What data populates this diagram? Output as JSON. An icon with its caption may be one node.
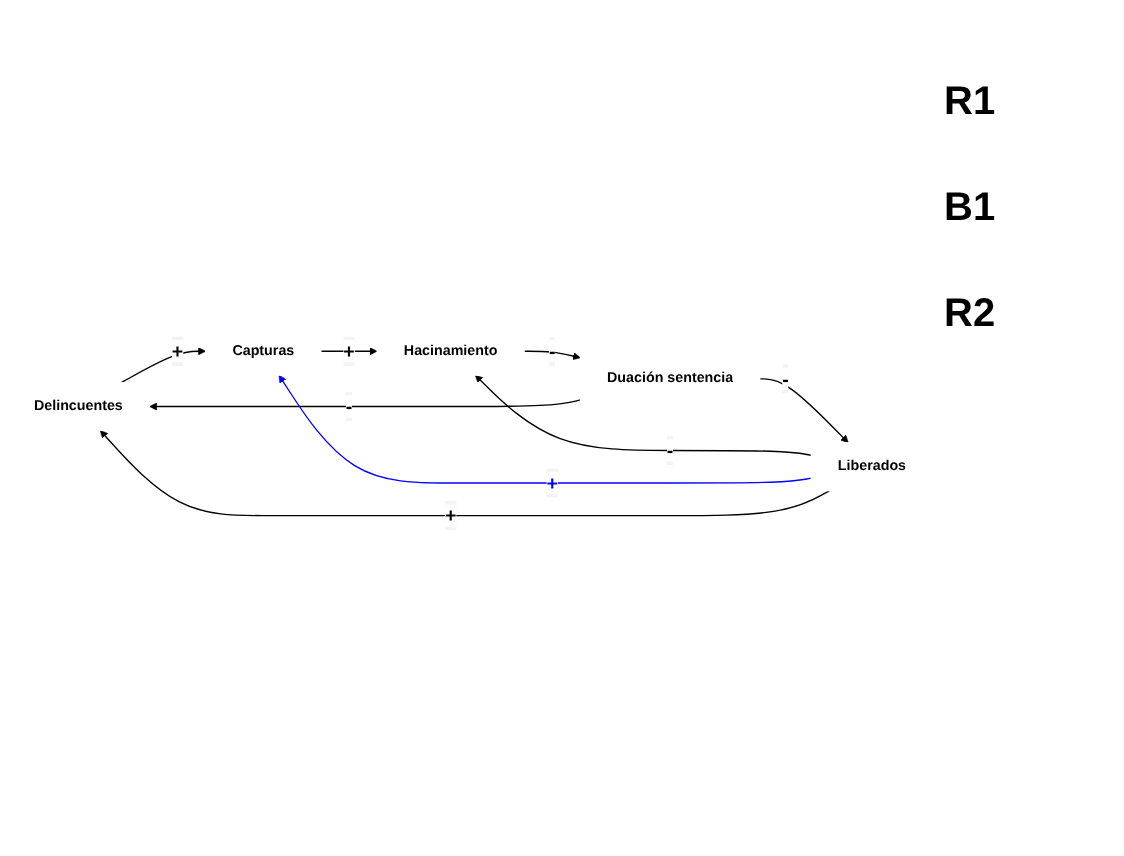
{
  "diagram": {
    "nodes": [
      {
        "text": [
          "Delincuentes"
        ]
      },
      {
        "text": [
          "Duación sentencia"
        ]
      },
      {
        "text": [
          "Hacinamiento"
        ]
      },
      {
        "text": [
          "Capturas"
        ]
      },
      {
        "text": [
          "Liberados"
        ]
      }
    ],
    "edges": [
      {
        "from": 1,
        "to": 0,
        "arrow": "to",
        "label": "-"
      },
      {
        "from": 0,
        "to": 3,
        "arrow": "to",
        "label": "+"
      },
      {
        "from": 3,
        "to": 2,
        "arrow": "to",
        "label": "+"
      },
      {
        "from": 2,
        "to": 1,
        "arrow": "to",
        "label": "-"
      },
      {
        "from": 1,
        "to": 4,
        "arrow": "to",
        "label": "-"
      },
      {
        "from": 4,
        "to": 2,
        "arrow": "to",
        "label": "-"
      },
      {
        "from": 4,
        "to": 3,
        "arrow": "to",
        "label": "+",
        "color": "#0000ff"
      },
      {
        "from": 4,
        "to": 0,
        "arrow": "to",
        "label": "+"
      }
    ],
    "labels": [
      "R1",
      "B1",
      "R2"
    ]
  }
}
